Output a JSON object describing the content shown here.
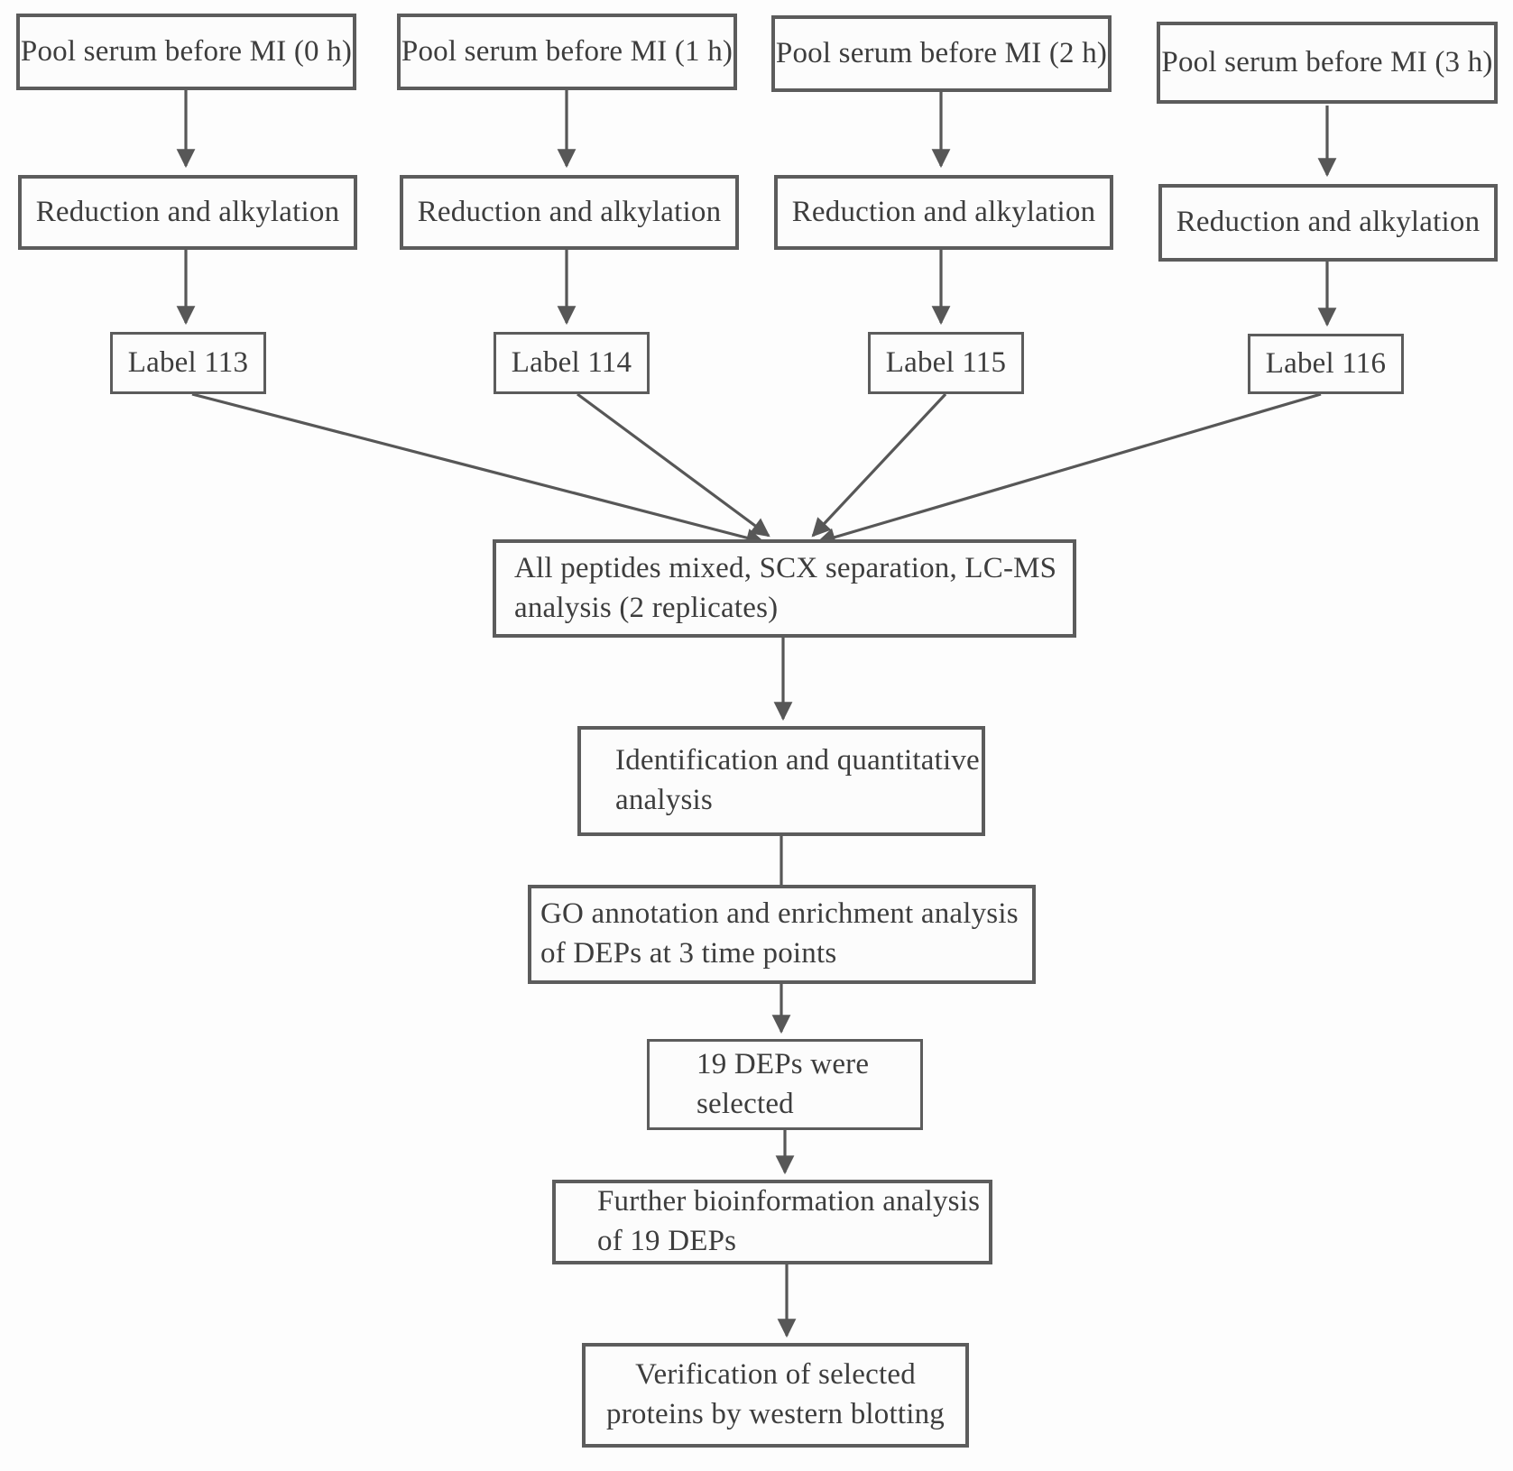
{
  "diagram": {
    "columns": [
      {
        "source": "Pool serum before MI (0 h)",
        "process": "Reduction and alkylation",
        "label": "Label 113"
      },
      {
        "source": "Pool serum before MI (1 h)",
        "process": "Reduction and alkylation",
        "label": "Label 114"
      },
      {
        "source": "Pool serum before MI (2 h)",
        "process": "Reduction and alkylation",
        "label": "Label 115"
      },
      {
        "source": "Pool serum before MI (3 h)",
        "process": "Reduction and alkylation",
        "label": "Label 116"
      }
    ],
    "mix_step": "All peptides mixed, SCX separation, LC-MS\nanalysis (2 replicates)",
    "identification_step": "Identification and quantitative\nanalysis",
    "go_step": "GO annotation and enrichment analysis\nof DEPs at 3 time points",
    "deps_step": "19 DEPs were\nselected",
    "further_step": "Further bioinformation analysis\nof 19 DEPs",
    "verification_step": "Verification of selected\nproteins by western blotting",
    "colors": {
      "box_border": "#5c5c5c",
      "text": "#3d3d3d",
      "arrow": "#575757",
      "background": "#fdfdfd"
    }
  }
}
